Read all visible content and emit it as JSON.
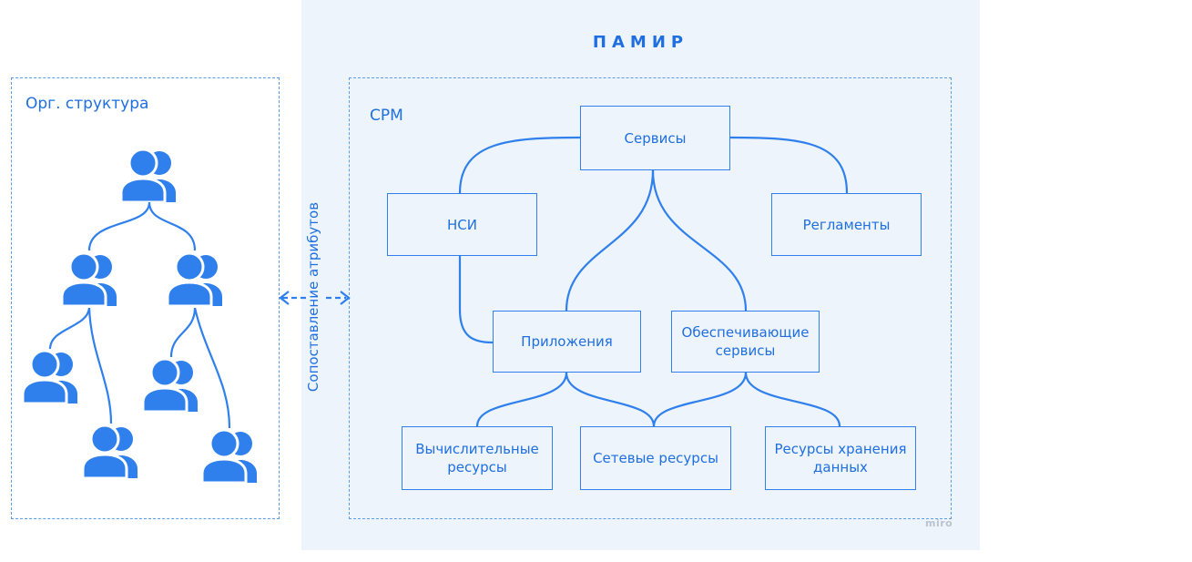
{
  "title": "ПАМИР",
  "org": {
    "label": "Орг. структура"
  },
  "mapping": {
    "label": "Сопоставление атрибутов"
  },
  "cpm": {
    "label": "CPM",
    "nodes": {
      "services": "Сервисы",
      "nsi": "НСИ",
      "reglaments": "Регламенты",
      "apps": "Приложения",
      "support": "Обеспечивающие\nсервисы",
      "compute": "Вычислительные\nресурсы",
      "network": "Сетевые ресурсы",
      "storage": "Ресурсы хранения\nданных"
    }
  },
  "watermark": "miro",
  "colors": {
    "accent": "#2f80ed",
    "panel": "#eef4fb",
    "dashed": "#5a9be8"
  }
}
